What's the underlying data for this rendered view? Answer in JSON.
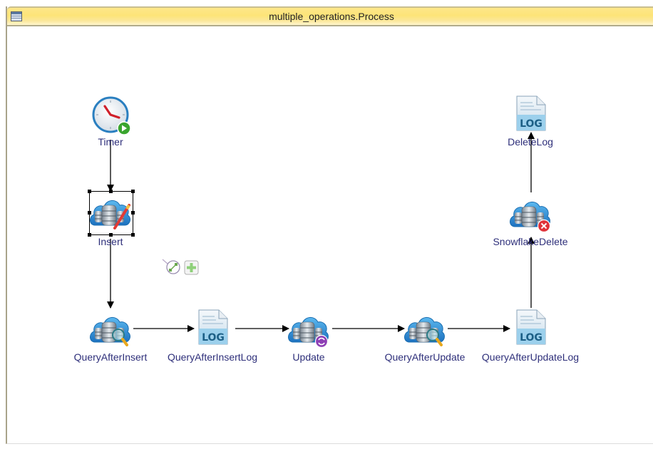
{
  "window": {
    "title": "multiple_operations.Process",
    "icon": "table-icon"
  },
  "colors": {
    "titlebar": "#fde478",
    "label": "#2e2f7a",
    "link": "#000000",
    "cloud": "#2a8fd6",
    "start_badge": "#3aa52f",
    "update_badge": "#8e3fb5",
    "delete_badge": "#e0323a",
    "log_text": "#1c5f86"
  },
  "nodes": [
    {
      "id": "timer",
      "label": "Timer",
      "type": "timer",
      "icon": "clock-icon",
      "badge": "play-badge-icon"
    },
    {
      "id": "insert",
      "label": "Insert",
      "type": "snowflake-insert",
      "icon": "cloud-database-icon",
      "badge": "pencil-icon",
      "selected": true
    },
    {
      "id": "query-after-insert",
      "label": "QueryAfterInsert",
      "type": "snowflake-query",
      "icon": "cloud-database-icon",
      "badge": "magnifier-icon"
    },
    {
      "id": "query-after-insert-log",
      "label": "QueryAfterInsertLog",
      "type": "log",
      "icon": "log-file-icon",
      "icon_text": "LOG"
    },
    {
      "id": "update",
      "label": "Update",
      "type": "snowflake-update",
      "icon": "cloud-database-icon",
      "badge": "refresh-badge-icon"
    },
    {
      "id": "query-after-update",
      "label": "QueryAfterUpdate",
      "type": "snowflake-query",
      "icon": "cloud-database-icon",
      "badge": "magnifier-icon"
    },
    {
      "id": "query-after-update-log",
      "label": "QueryAfterUpdateLog",
      "type": "log",
      "icon": "log-file-icon",
      "icon_text": "LOG"
    },
    {
      "id": "snowflake-delete",
      "label": "SnowflakeDelete",
      "type": "snowflake-delete",
      "icon": "cloud-database-icon",
      "badge": "delete-badge-icon"
    },
    {
      "id": "delete-log",
      "label": "DeleteLog",
      "type": "log",
      "icon": "log-file-icon",
      "icon_text": "LOG"
    }
  ],
  "links": [
    {
      "from": "timer",
      "to": "insert"
    },
    {
      "from": "insert",
      "to": "query-after-insert"
    },
    {
      "from": "query-after-insert",
      "to": "query-after-insert-log"
    },
    {
      "from": "query-after-insert-log",
      "to": "update"
    },
    {
      "from": "update",
      "to": "query-after-update"
    },
    {
      "from": "query-after-update",
      "to": "query-after-update-log"
    },
    {
      "from": "query-after-update-log",
      "to": "snowflake-delete"
    },
    {
      "from": "snowflake-delete",
      "to": "delete-log"
    }
  ],
  "tools": {
    "connect": "connect-link-icon",
    "add": "add-plus-icon"
  }
}
